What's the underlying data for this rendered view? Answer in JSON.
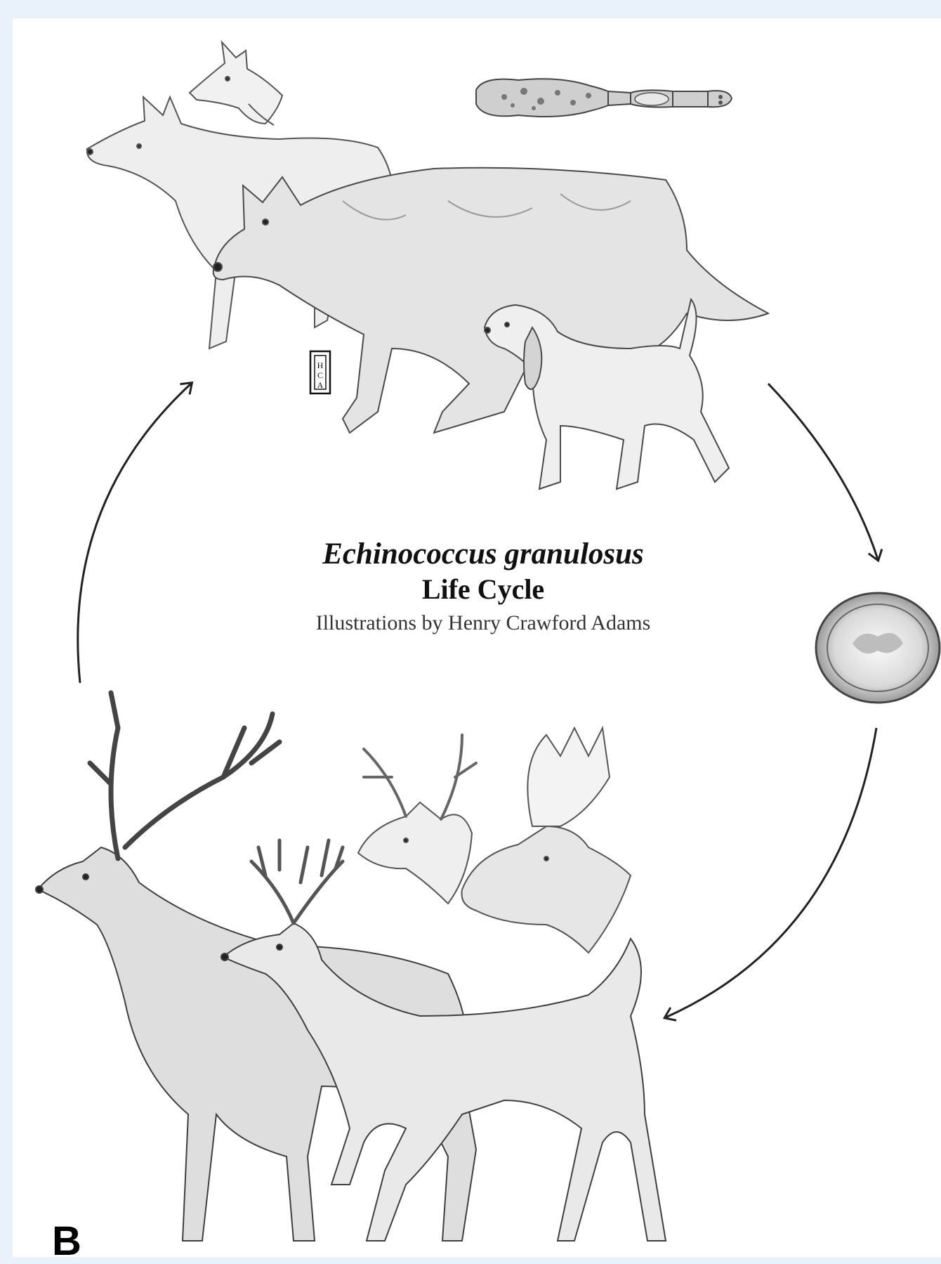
{
  "figure": {
    "panel_label": "B",
    "title": {
      "species": "Echinococcus granulosus",
      "subtitle": "Life Cycle",
      "credit": "Illustrations by Henry Crawford Adams"
    },
    "artist_monogram": "HCA",
    "illustrations": [
      "fox-head",
      "coyote",
      "wolf",
      "dog",
      "adult-tapeworm",
      "egg",
      "elk",
      "white-tailed-deer",
      "mule-deer-head",
      "moose-head"
    ],
    "colors": {
      "background": "#e9f2fb",
      "canvas": "#ffffff",
      "ink": "#222222"
    }
  }
}
